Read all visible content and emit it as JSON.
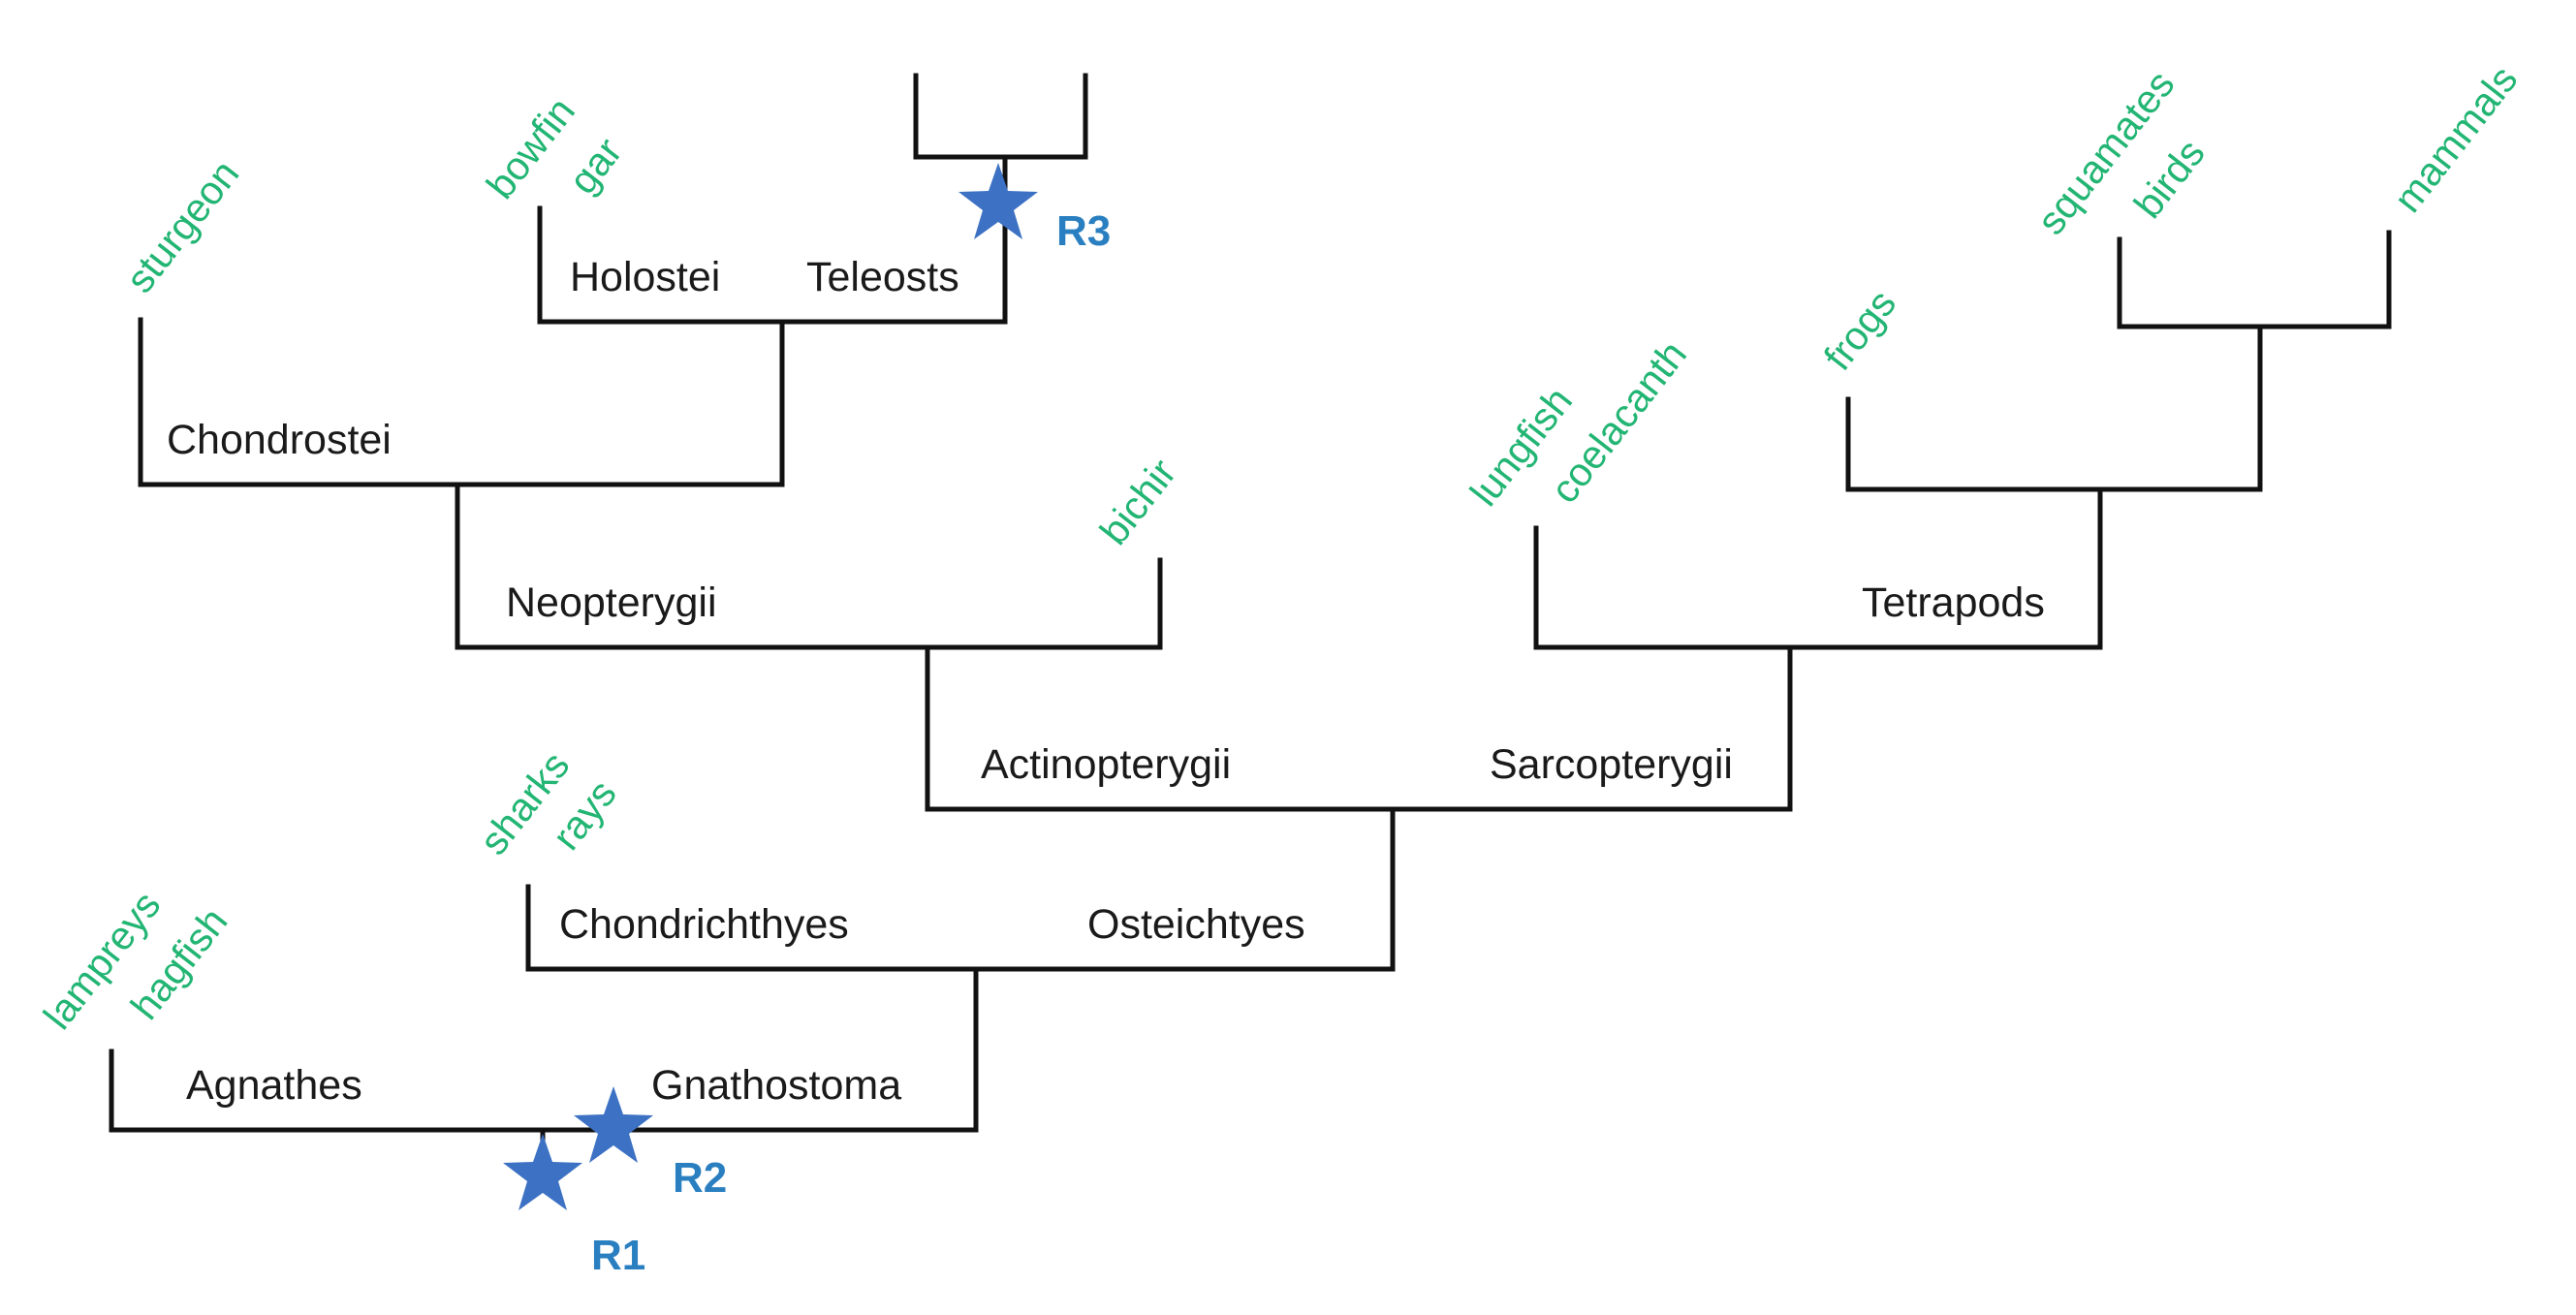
{
  "colors": {
    "branch": "#111111",
    "clade_text": "#1a1a1a",
    "taxon_text": "#22b573",
    "star": "#3c71c4",
    "marker_text": "#2a7fc0"
  },
  "taxa": {
    "sturgeon": "sturgeon",
    "bowfin": "bowfin",
    "gar": "gar",
    "squamates": "squamates",
    "birds": "birds",
    "mammals": "mammals",
    "frogs": "frogs",
    "lungfish": "lungfish",
    "coelacanth": "coelacanth",
    "bichir": "bichir",
    "sharks": "sharks",
    "rays": "rays",
    "lampreys": "lampreys",
    "hagfish": "hagfish"
  },
  "clades": {
    "holostei": "Holostei",
    "teleosts": "Teleosts",
    "chondrostei": "Chondrostei",
    "neopterygii": "Neopterygii",
    "tetrapods": "Tetrapods",
    "actinopterygii": "Actinopterygii",
    "sarcopterygii": "Sarcopterygii",
    "chondrichthyes": "Chondrichthyes",
    "osteichtyes": "Osteichtyes",
    "agnathes": "Agnathes",
    "gnathostoma": "Gnathostoma"
  },
  "markers": {
    "r1": "R1",
    "r2": "R2",
    "r3": "R3"
  }
}
